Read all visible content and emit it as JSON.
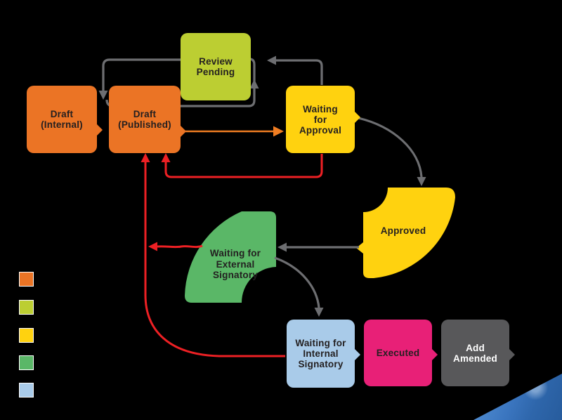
{
  "colors": {
    "background": "#000000",
    "orange": "#EB7425",
    "chartreuse": "#BCCE32",
    "yellow": "#FFD20F",
    "green": "#5AB767",
    "light_blue": "#A9CBE9",
    "pink": "#E82077",
    "dark_gray": "#58585A",
    "arrow_gray": "#6D6E71",
    "arrow_red": "#ED2024",
    "arrow_orange": "#F07D22",
    "label_dark": "#231F20",
    "label_light": "#FFFFFF",
    "corner_blue": "#3B76C0"
  },
  "diagram": {
    "nodes": {
      "draft_internal": {
        "label": "Draft\n(Internal)",
        "color": "#EB7425"
      },
      "draft_published": {
        "label": "Draft\n(Published)",
        "color": "#EB7425"
      },
      "review_pending": {
        "label": "Review\nPending",
        "color": "#BCCE32"
      },
      "waiting_approval": {
        "label": "Waiting\nfor\nApproval",
        "color": "#FFD20F"
      },
      "approved": {
        "label": "Approved",
        "color": "#FFD20F"
      },
      "waiting_external": {
        "label": "Waiting for\nExternal\nSignatory",
        "color": "#5AB767"
      },
      "waiting_internal": {
        "label": "Waiting for\nInternal\nSignatory",
        "color": "#A9CBE9"
      },
      "executed": {
        "label": "Executed",
        "color": "#E82077"
      },
      "add_amended": {
        "label": "Add\nAmended",
        "color": "#58585A"
      }
    },
    "edges": [
      {
        "from": "review_pending",
        "to": "draft_published",
        "color": "#6D6E71"
      },
      {
        "from": "draft_published",
        "to": "review_pending",
        "color": "#6D6E71"
      },
      {
        "from": "waiting_approval",
        "to": "review_pending",
        "color": "#6D6E71"
      },
      {
        "from": "draft_published",
        "to": "waiting_approval",
        "color": "#F07D22"
      },
      {
        "from": "waiting_approval",
        "to": "approved",
        "color": "#6D6E71"
      },
      {
        "from": "approved",
        "to": "waiting_external",
        "color": "#6D6E71"
      },
      {
        "from": "waiting_external",
        "to": "waiting_internal",
        "color": "#6D6E71"
      },
      {
        "from": "waiting_approval",
        "to": "draft_published",
        "color": "#ED2024"
      },
      {
        "from": "waiting_internal",
        "to": "draft_published",
        "color": "#ED2024"
      },
      {
        "from": "waiting_external",
        "to": "draft_published",
        "color": "#ED2024"
      }
    ],
    "legend_swatches": [
      "#EB7425",
      "#BCCE32",
      "#FFD20F",
      "#5AB767",
      "#A9CBE9"
    ]
  }
}
